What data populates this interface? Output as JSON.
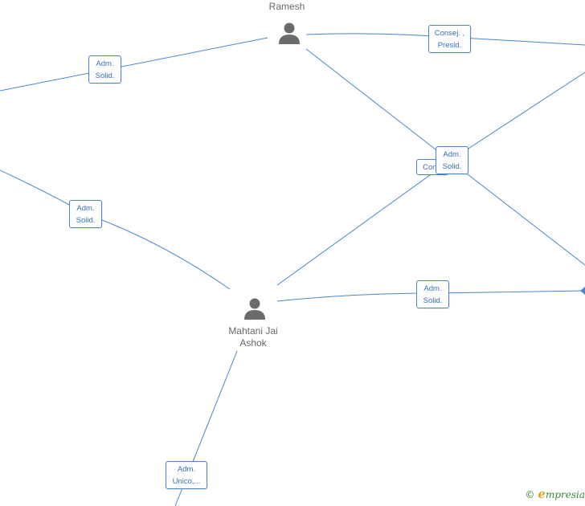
{
  "colors": {
    "edge": "#4a86d0",
    "label_text": "#3570c0",
    "person_icon": "#6b6b6b",
    "node_text": "#666666"
  },
  "nodes": {
    "ramesh": {
      "name": "Ramesh",
      "icon": "person-icon"
    },
    "mahtani": {
      "name_line1": "Mahtani Jai",
      "name_line2": "Ashok",
      "icon": "person-icon"
    }
  },
  "edges": {
    "ramesh_left": {
      "line1": "Adm.",
      "line2": "Solid."
    },
    "ramesh_right": {
      "line1": "Consej. ,",
      "line2": "Presid."
    },
    "center_back": {
      "line1": "Con",
      "line2": ""
    },
    "center_front": {
      "line1": "Adm.",
      "line2": "Solid."
    },
    "left_middle": {
      "line1": "Adm.",
      "line2": "Solid."
    },
    "mahtani_right": {
      "line1": "Adm.",
      "line2": "Solid."
    },
    "mahtani_bottom": {
      "line1": "Adm.",
      "line2": "Unico,..."
    }
  },
  "watermark": {
    "copyright": "©",
    "brand_first": "e",
    "brand_rest": "mpresia"
  }
}
